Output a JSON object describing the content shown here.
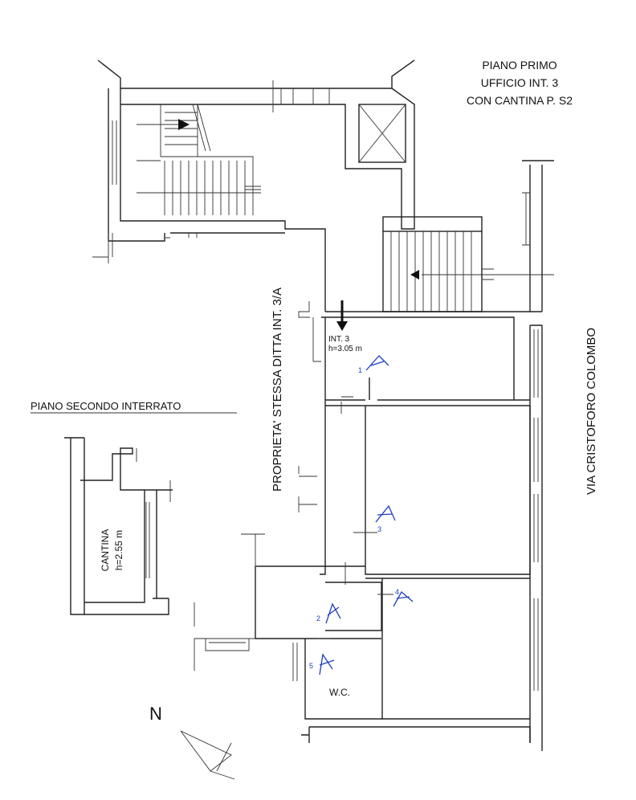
{
  "title": {
    "line1": "PIANO PRIMO",
    "line2": "UFFICIO INT. 3",
    "line3": "CON CANTINA P. S2"
  },
  "basement": {
    "heading": "PIANO SECONDO INTERRATO",
    "room_name": "CANTINA",
    "room_height": "h=2.55 m"
  },
  "unit": {
    "label": "INT. 3",
    "height": "h=3.05 m"
  },
  "neighbor_label": "PROPRIETA' STESSA DITTA INT. 3/A",
  "street_label": "VIA CRISTOFORO COLOMBO",
  "wc_label": "W.C.",
  "north_label": "N",
  "photo_points": [
    "1",
    "2",
    "3",
    "4",
    "5"
  ],
  "colors": {
    "walls": "#222222",
    "photo_markers": "#1f3fbf"
  }
}
